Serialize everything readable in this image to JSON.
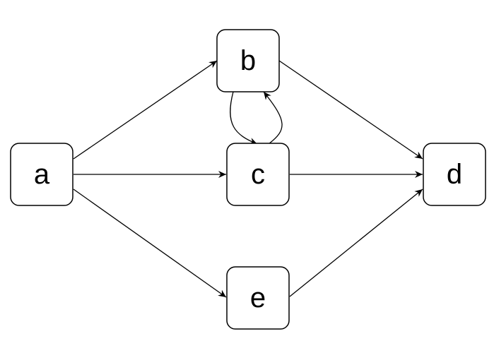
{
  "diagram": {
    "nodes": [
      {
        "id": "a",
        "label": "a"
      },
      {
        "id": "b",
        "label": "b"
      },
      {
        "id": "c",
        "label": "c"
      },
      {
        "id": "d",
        "label": "d"
      },
      {
        "id": "e",
        "label": "e"
      }
    ],
    "edges": [
      {
        "from": "a",
        "to": "b"
      },
      {
        "from": "a",
        "to": "c"
      },
      {
        "from": "a",
        "to": "e"
      },
      {
        "from": "b",
        "to": "c"
      },
      {
        "from": "c",
        "to": "b"
      },
      {
        "from": "b",
        "to": "d"
      },
      {
        "from": "c",
        "to": "d"
      },
      {
        "from": "e",
        "to": "d"
      }
    ]
  },
  "colors": {
    "stroke": "#000000",
    "background": "#ffffff"
  }
}
